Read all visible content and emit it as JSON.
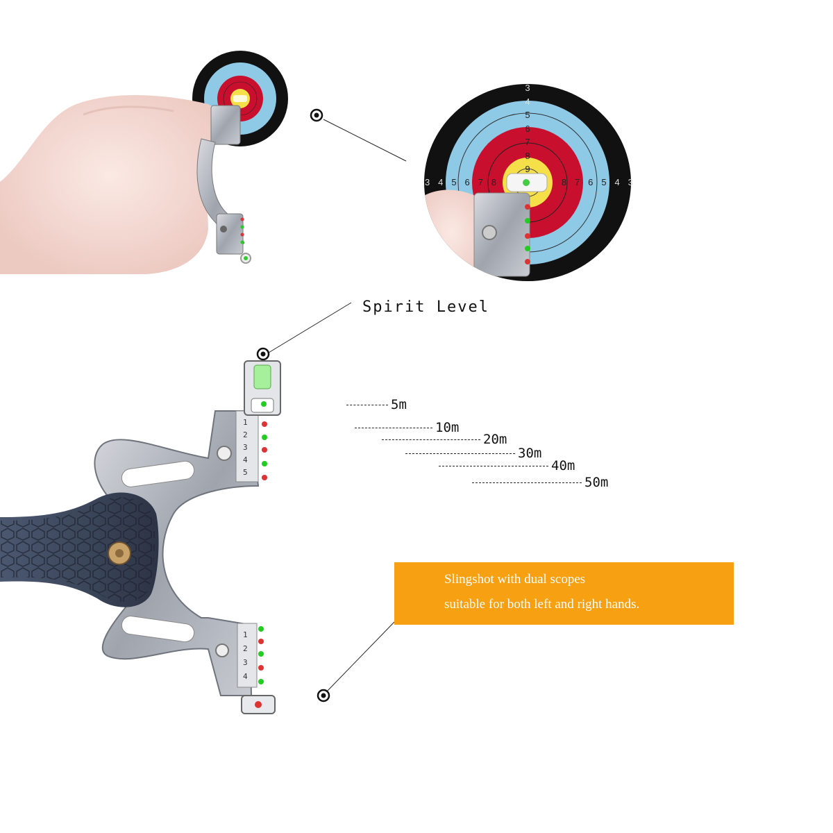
{
  "callouts": {
    "spirit_level": "Spirit Level"
  },
  "distance_scale": [
    {
      "label": "5m"
    },
    {
      "label": "10m"
    },
    {
      "label": "20m"
    },
    {
      "label": "30m"
    },
    {
      "label": "40m"
    },
    {
      "label": "50m"
    }
  ],
  "banner": {
    "line1": "Slingshot with dual scopes",
    "line2": "suitable for both left and right hands.",
    "color": "#f7a012"
  },
  "target": {
    "ring_numbers_vertical": [
      "3",
      "4",
      "5",
      "6",
      "7",
      "8",
      "9"
    ],
    "ring_numbers_horizontal": [
      "3",
      "4",
      "5",
      "6",
      "7",
      "8",
      "8",
      "7",
      "6",
      "5",
      "4",
      "3"
    ],
    "colors": {
      "black": "#111111",
      "blue": "#8ec9e6",
      "red": "#c8102e",
      "yellow": "#f5e04a"
    }
  },
  "scope_scale": {
    "marks": [
      "1",
      "2",
      "3",
      "4",
      "5"
    ],
    "lower_marks": [
      "1",
      "2",
      "3",
      "4"
    ]
  },
  "icons": [
    "bullseye-pointer-icon",
    "spirit-level-icon",
    "screw-icon"
  ]
}
